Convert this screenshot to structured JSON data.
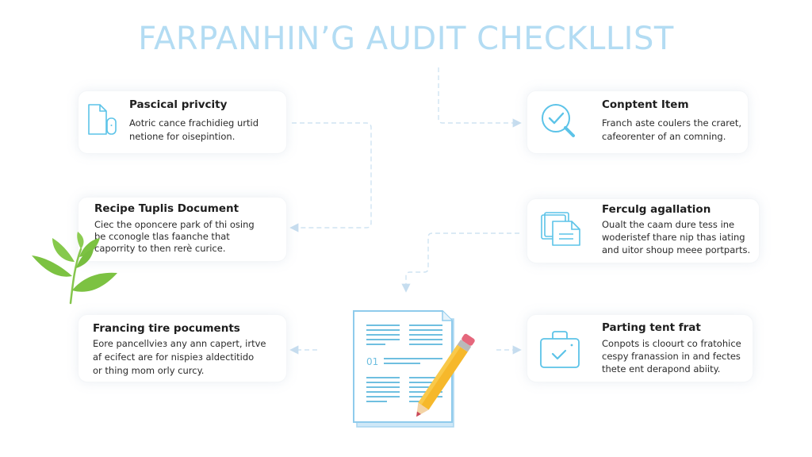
{
  "title": "FARPANHIN’G AUDIT CHECKLLIST",
  "colors": {
    "title": "#b3dcf3",
    "icon_stroke": "#5cc3e8",
    "connector": "#cfe3f2",
    "leaf": "#7cc242",
    "pencil": "#f6b82b",
    "eraser": "#e5677c"
  },
  "cards": [
    {
      "id": "pascical-privcity",
      "icon": "document-mouse-icon",
      "heading": "Pascical privcity",
      "lines": [
        "Aotric cance frachidieg urtid",
        "netione for oisepintion."
      ]
    },
    {
      "id": "conptent-item",
      "icon": "magnifier-check-icon",
      "heading": "Conptent Item",
      "lines": [
        "Franch aste coulers the craret,",
        "cafeorenter of an comning."
      ]
    },
    {
      "id": "recipe-tuplis-document",
      "icon": "leaf-icon",
      "heading": "Recipe Tuplis Document",
      "lines": [
        "Ciec the oponcere park of thi osing",
        "be cconogle tlas faanche that",
        "caporrity to then rerè curice."
      ]
    },
    {
      "id": "ferculg-agallation",
      "icon": "stacked-documents-icon",
      "heading": "Ferculg agallation",
      "lines": [
        "Oualt the caam dure tess ine",
        "woderistef thare nip thas iating",
        "and uitor shoup meee portparts."
      ]
    },
    {
      "id": "francing-tire-pocuments",
      "icon": "none",
      "heading": "Francing tire pocuments",
      "lines": [
        "Eore pancellvieз any ann capert, irtve",
        "af ecifect are for nispieз aldectitido",
        "or thing mom orly curcy."
      ]
    },
    {
      "id": "parting-tent-frat",
      "icon": "briefcase-check-icon",
      "heading": "Parting tent frat",
      "lines": [
        "Conpots is cloourt co fratohice",
        "cespy franassion in and fectes",
        "thete ent derapond abiity."
      ]
    }
  ],
  "center_document": {
    "icon": "document-pencil-icon",
    "label": "01"
  }
}
